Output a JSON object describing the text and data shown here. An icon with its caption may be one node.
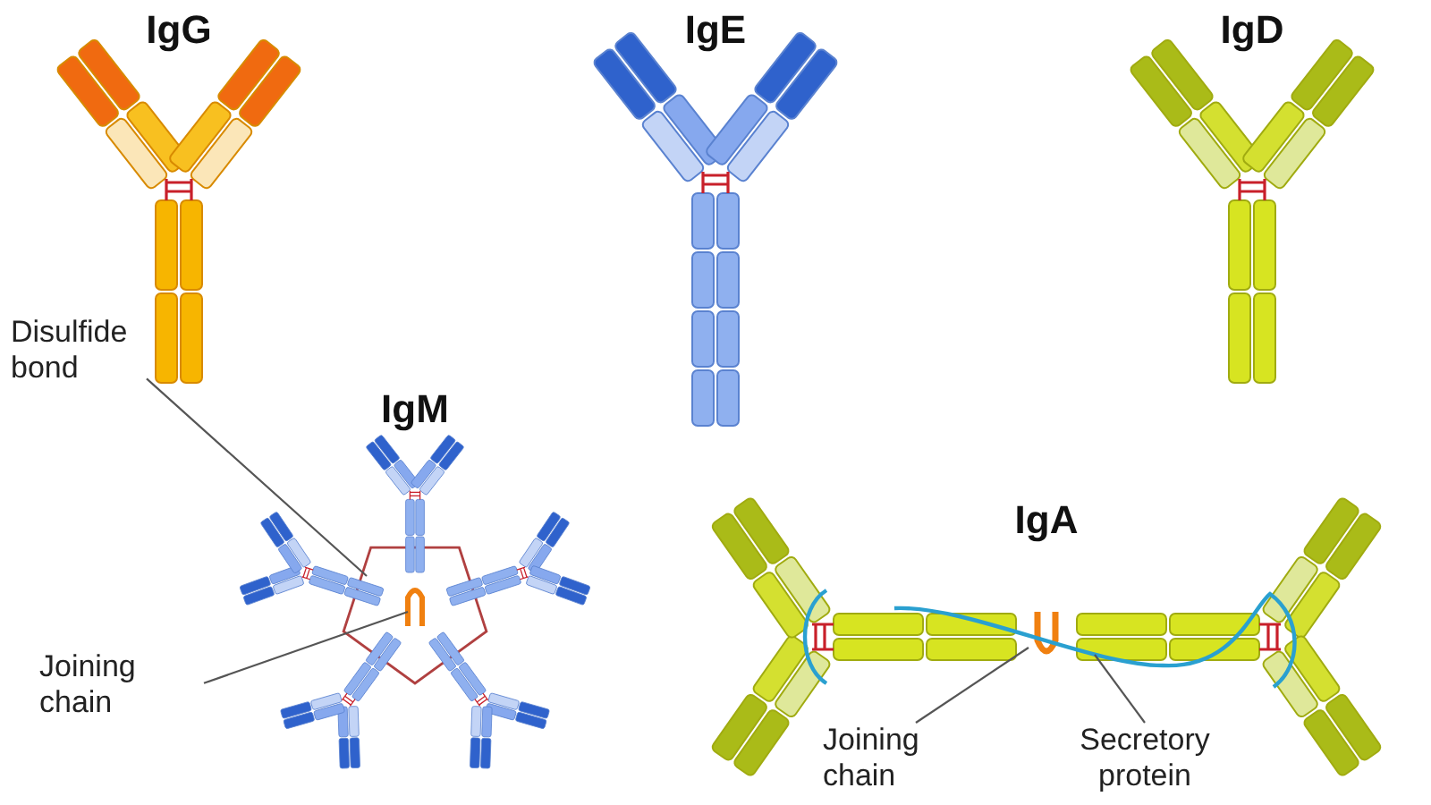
{
  "diagram": {
    "nodes": [
      {
        "text": [
          "Disulfide bond"
        ]
      },
      {
        "text": [
          "Joining chain"
        ]
      },
      {
        "text": [
          "Joining chain"
        ]
      },
      {
        "text": [
          "Secretory protein"
        ]
      }
    ],
    "edges": [
      {
        "from": 0,
        "to": null,
        "arrow": "none"
      },
      {
        "from": 1,
        "to": null,
        "arrow": "none"
      },
      {
        "from": 2,
        "to": null,
        "arrow": "none"
      },
      {
        "from": 3,
        "to": null,
        "arrow": "none"
      }
    ],
    "labels": [
      "IgG",
      "IgE",
      "IgD",
      "IgM",
      "IgA"
    ]
  }
}
